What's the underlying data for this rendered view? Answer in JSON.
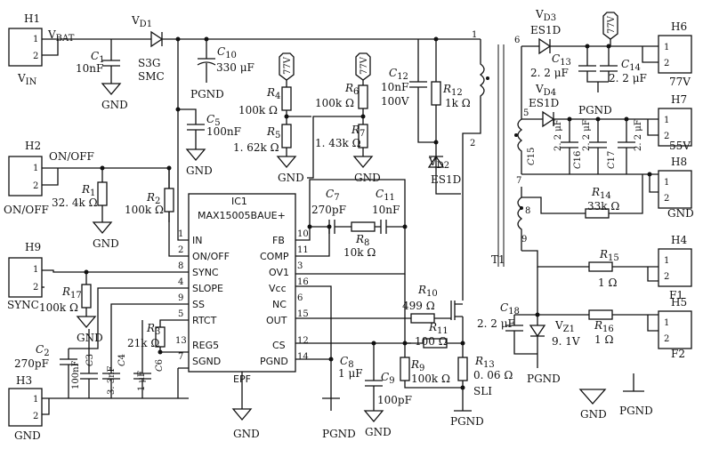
{
  "connectors": {
    "h1": {
      "ref": "H1",
      "pins": [
        "1",
        "2"
      ],
      "label": "V",
      "label_sub": "IN",
      "net": "V",
      "net_sub": "BAT"
    },
    "h2": {
      "ref": "H2",
      "pins": [
        "1",
        "2"
      ],
      "net": "ON/OFF",
      "label": "ON/OFF"
    },
    "h9": {
      "ref": "H9",
      "pins": [
        "1",
        "2"
      ],
      "label": "SYNC"
    },
    "h3": {
      "ref": "H3",
      "pins": [
        "1",
        "2"
      ],
      "label": "GND"
    },
    "h6": {
      "ref": "H6",
      "pins": [
        "1",
        "2"
      ],
      "label": "77V"
    },
    "h7": {
      "ref": "H7",
      "pins": [
        "1",
        "2"
      ],
      "label": "55V"
    },
    "h8": {
      "ref": "H8",
      "pins": [
        "1",
        "2"
      ],
      "label": "GND"
    },
    "h4": {
      "ref": "H4",
      "pins": [
        "1",
        "2"
      ],
      "label": "F1"
    },
    "h5": {
      "ref": "H5",
      "pins": [
        "1",
        "2"
      ],
      "label": "F2"
    }
  },
  "ic": {
    "ref": "IC1",
    "part": "MAX15005BAUE+",
    "left_pins": [
      {
        "num": "1",
        "name": "IN"
      },
      {
        "num": "2",
        "name": "ON/OFF"
      },
      {
        "num": "8",
        "name": "SYNC"
      },
      {
        "num": "4",
        "name": "SLOPE"
      },
      {
        "num": "9",
        "name": "SS"
      },
      {
        "num": "5",
        "name": "RTCT"
      },
      {
        "num": "13",
        "name": "REG5"
      },
      {
        "num": "7",
        "name": "SGND"
      }
    ],
    "right_pins": [
      {
        "num": "10",
        "name": "FB"
      },
      {
        "num": "11",
        "name": "COMP"
      },
      {
        "num": "3",
        "name": "OV1"
      },
      {
        "num": "16",
        "name": "Vcc"
      },
      {
        "num": "6",
        "name": "NC"
      },
      {
        "num": "15",
        "name": "OUT"
      },
      {
        "num": "12",
        "name": "CS"
      },
      {
        "num": "14",
        "name": "PGND"
      }
    ],
    "bottom_label": "EPF"
  },
  "components": {
    "vd1": {
      "ref": "V",
      "ref_sub": "D1",
      "value1": "S3G",
      "value2": "SMC"
    },
    "c1": {
      "ref": "C",
      "ref_sub": "1",
      "value": "10nF"
    },
    "c10": {
      "ref": "C",
      "ref_sub": "10",
      "value": "330 μF"
    },
    "c5": {
      "ref": "C",
      "ref_sub": "5",
      "value": "100nF"
    },
    "r4": {
      "ref": "R",
      "ref_sub": "4",
      "value": "100k Ω"
    },
    "r5": {
      "ref": "R",
      "ref_sub": "5",
      "value": "1. 62k Ω"
    },
    "r6": {
      "ref": "R",
      "ref_sub": "6",
      "value": "100k Ω"
    },
    "r7": {
      "ref": "R",
      "ref_sub": "7",
      "value": "1. 43k Ω"
    },
    "c12": {
      "ref": "C",
      "ref_sub": "12",
      "value1": "10nF",
      "value2": "100V"
    },
    "r12": {
      "ref": "R",
      "ref_sub": "12",
      "value": "1k Ω"
    },
    "vd2": {
      "ref": "V",
      "ref_sub": "D2",
      "value": "ES1D"
    },
    "r1": {
      "ref": "R",
      "ref_sub": "1",
      "value": "32. 4k Ω"
    },
    "r2": {
      "ref": "R",
      "ref_sub": "2",
      "value": "100k Ω"
    },
    "c7": {
      "ref": "C",
      "ref_sub": "7",
      "value": "270pF"
    },
    "c11": {
      "ref": "C",
      "ref_sub": "11",
      "value": "10nF"
    },
    "r8": {
      "ref": "R",
      "ref_sub": "8",
      "value": "10k Ω"
    },
    "r17": {
      "ref": "R",
      "ref_sub": "17",
      "value": "100k Ω"
    },
    "r3": {
      "ref": "R",
      "ref_sub": "3",
      "value": "21k Ω"
    },
    "c2": {
      "ref": "C",
      "ref_sub": "2",
      "value": "270pF"
    },
    "c3": {
      "ref": "C",
      "ref_sub": "3",
      "value": "100nF"
    },
    "c4": {
      "ref": "C",
      "ref_sub": "4",
      "value": "3. 3nF"
    },
    "c6": {
      "ref": "C",
      "ref_sub": "6",
      "value": "1 μF"
    },
    "c8": {
      "ref": "C",
      "ref_sub": "8",
      "value": "1 μF"
    },
    "c9": {
      "ref": "C",
      "ref_sub": "9",
      "value": "100pF"
    },
    "r10": {
      "ref": "R",
      "ref_sub": "10",
      "value": "499 Ω"
    },
    "r11": {
      "ref": "R",
      "ref_sub": "11",
      "value": "100 Ω"
    },
    "r9": {
      "ref": "R",
      "ref_sub": "9",
      "value": "100k Ω"
    },
    "r13": {
      "ref": "R",
      "ref_sub": "13",
      "value": "0. 06 Ω",
      "extra": "SLI"
    },
    "vd3": {
      "ref": "V",
      "ref_sub": "D3",
      "value": "ES1D"
    },
    "vd4": {
      "ref": "V",
      "ref_sub": "D4",
      "value": "ES1D"
    },
    "c13": {
      "ref": "C",
      "ref_sub": "13",
      "value": "2. 2 μF"
    },
    "c14": {
      "ref": "C",
      "ref_sub": "14",
      "value": "2. 2 μF"
    },
    "c15": {
      "ref": "C",
      "ref_sub": "15",
      "value": "2. 2 μF"
    },
    "c16": {
      "ref": "C",
      "ref_sub": "16",
      "value": "2. 2 μF"
    },
    "c17": {
      "ref": "C",
      "ref_sub": "17",
      "value": "2. 2 μF"
    },
    "r14": {
      "ref": "R",
      "ref_sub": "14",
      "value": "33k Ω"
    },
    "r15": {
      "ref": "R",
      "ref_sub": "15",
      "value": "1 Ω"
    },
    "r16": {
      "ref": "R",
      "ref_sub": "16",
      "value": "1 Ω"
    },
    "c18": {
      "ref": "C",
      "ref_sub": "18",
      "value": "2. 2 μF"
    },
    "vz1": {
      "ref": "V",
      "ref_sub": "Z1",
      "value": "9. 1V"
    },
    "t1": {
      "ref": "T1",
      "pins": [
        "1",
        "2",
        "6",
        "5",
        "7",
        "8",
        "9"
      ]
    }
  },
  "rails": {
    "v77": "77V"
  },
  "grounds": {
    "gnd": "GND",
    "pgnd": "PGND"
  }
}
